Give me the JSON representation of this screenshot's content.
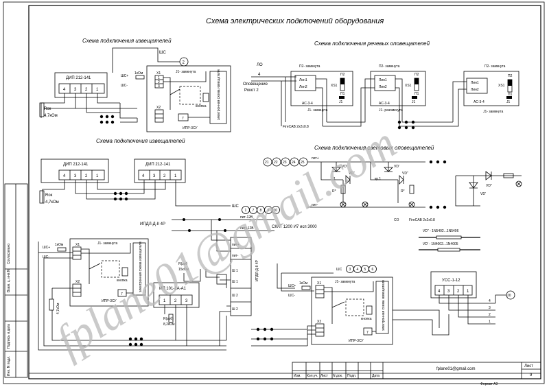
{
  "title": "Схема электрических подключений оборудования",
  "sections": {
    "detectors_top": "Схема подключения извещателей",
    "speech": "Схема подключения речевых оповещателей",
    "detectors_mid": "Схема подключения извещателей",
    "light": "Схема подключения световых оповещателей"
  },
  "labels": {
    "dip1": "ДИП 212-141",
    "dip2": "ДИП 212-141",
    "dip3": "ДИП 212-141",
    "terminals": [
      "4",
      "3",
      "2",
      "1"
    ],
    "rok": "Rок",
    "rok_val": "4,7кОм",
    "shs": "ШС",
    "shs_plus": "ШС+",
    "shs_minus": "ШС-",
    "r_1k": "1кОм",
    "x1": "X1",
    "x2": "X2",
    "j1_closed": "J1- замкнута",
    "j1_open": "J1- разомкнута",
    "p2_closed": "П2- замкнута",
    "knopka": "кнопка",
    "ipr": "ИПР-3СУ",
    "board": "электронная схема извещателя",
    "t1": "1",
    "t2": "2",
    "t3": "3",
    "t7": "7",
    "lo": "ЛО",
    "lo_num": "4",
    "opov": "Оповещение",
    "rokot": "Рокот 2",
    "lin1": "Лин1",
    "lin2": "Лин2",
    "xs1": "XS1",
    "p2": "П2",
    "p1": "П1",
    "j1": "J1",
    "ac34": "АС-3-4",
    "firecab1": "FireCAB 2х2х0.8",
    "firecab2": "FireCAB 2х2х0.8",
    "so": "СО",
    "pit_plus": "пит+",
    "pit_minus": "пит-",
    "vd_prime": "VD'",
    "vd_dprime": "VD\"",
    "r_star": "R*",
    "kr1": "кр.1",
    "one": "1",
    "vd_legend1": "VD\" - 1N5402...1N5406",
    "vd_legend2": "VD' - 1N4002...1N4005",
    "ipdl": "ИПДЛ-Д-II 4Р",
    "ipdl_vert": "ИПДЛ-Д-II 4Р",
    "pit12v": "пит-12В",
    "pit12v_plus": "пит+12В",
    "skat": "СКАТ 1200 И7 исп 3000",
    "pit_plus_box": "пит+",
    "pit_minus_box": "пит-",
    "sh1": "Ш 1",
    "sh2": "Ш 2",
    "r_zob1": "R(зоб",
    "r_zob1_val": "15кОм",
    "r_zob2": "R(зоб)",
    "r_zob2_val": "8,2кОм",
    "ip101": "ИП 101-1А-А1",
    "ucc": "УСС-1-12",
    "ucc_terms": [
      "4",
      "3",
      "2",
      "1"
    ],
    "ucc_out": [
      "4",
      "3",
      "2",
      "1"
    ],
    "r47": "4,7кОм",
    "email": "fplane01@gmail.com",
    "list": "Лист",
    "list_num": "9",
    "format": "Формат А3",
    "stamp_cols": [
      "Изм.",
      "Кол.уч.",
      "Лист",
      "N док.",
      "Подп.",
      "Дата"
    ],
    "side_cols": [
      "Согласовано",
      "Взам. ц. инв.N",
      "Подпись и дата",
      "Инв. N подл."
    ],
    "watermark": "fplane01@gmail.com"
  },
  "markers": {
    "m2": "2",
    "m20": "20",
    "set_light": [
      "21",
      "22",
      "23",
      "24",
      "25"
    ],
    "set_mid": [
      "1",
      "7",
      "8",
      "9",
      "10"
    ],
    "set_bot": [
      "3",
      "4",
      "5",
      "6"
    ]
  }
}
